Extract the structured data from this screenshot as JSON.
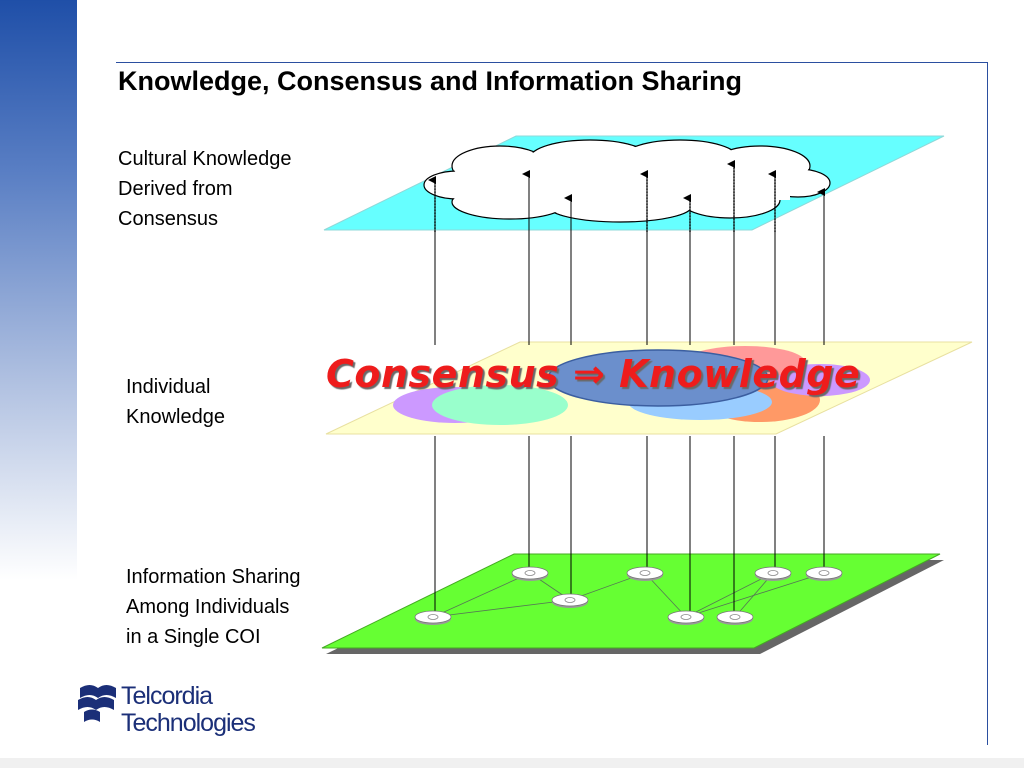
{
  "title": "Knowledge, Consensus and Information Sharing",
  "layers": {
    "cultural": {
      "lines": [
        "Cultural Knowledge",
        "Derived from",
        "Consensus"
      ],
      "color": "#66ffff"
    },
    "individual": {
      "lines": [
        "Individual",
        "Knowledge"
      ],
      "color": "#ffffcc"
    },
    "sharing": {
      "lines": [
        "Information Sharing",
        "Among Individuals",
        "in a Single COI"
      ],
      "color": "#66ff33"
    }
  },
  "banner": "Consensus ⇒ Knowledge",
  "logo": {
    "line1": "Telcordia",
    "line2": "Technologies",
    "icon": "telcordia-logo-icon",
    "color": "#1b2f78"
  },
  "colors": {
    "accent": "#2b4fa0",
    "banner": "#ee1c1c"
  }
}
